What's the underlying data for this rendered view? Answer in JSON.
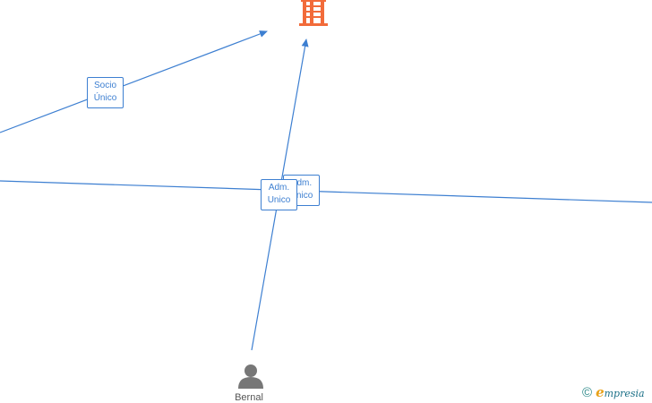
{
  "edges": [
    {
      "label_lines": [
        "Socio",
        "Único"
      ]
    },
    {
      "label_lines": [
        "Adm.",
        "Unico"
      ]
    },
    {
      "label_lines": [
        "Adm.",
        "Unico"
      ]
    }
  ],
  "nodes": {
    "person": {
      "label": "Bernal",
      "color": "#777777"
    },
    "company": {
      "color": "#f26b3a"
    }
  },
  "colors": {
    "edge": "#3d7fd1"
  },
  "brand": {
    "copyright": "©",
    "first_letter": "e",
    "rest": "mpresia"
  }
}
